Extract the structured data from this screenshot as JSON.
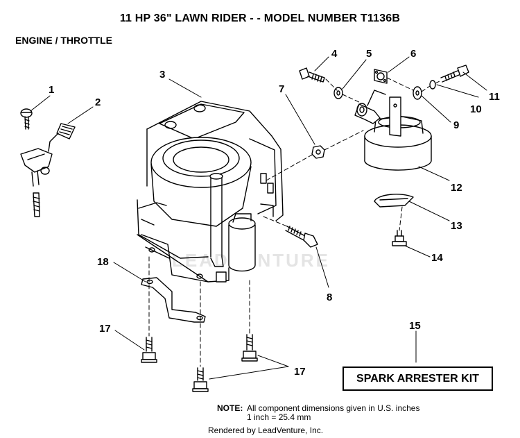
{
  "title": "11 HP 36\" LAWN RIDER - - MODEL NUMBER T1136B",
  "subtitle": "ENGINE / THROTTLE",
  "callouts": {
    "c1": "1",
    "c2": "2",
    "c3": "3",
    "c4": "4",
    "c5": "5",
    "c6": "6",
    "c7": "7",
    "c8": "8",
    "c9": "9",
    "c10": "10",
    "c11": "11",
    "c12": "12",
    "c13": "13",
    "c14": "14",
    "c15": "15",
    "c17a": "17",
    "c17b": "17",
    "c18": "18"
  },
  "kit_label": "SPARK ARRESTER KIT",
  "note": {
    "label": "NOTE:",
    "line1": "All component dimensions given in U.S. inches",
    "line2": "1 inch = 25.4 mm"
  },
  "watermark": "LEADVENTURE",
  "footer": "Rendered by LeadVenture, Inc."
}
